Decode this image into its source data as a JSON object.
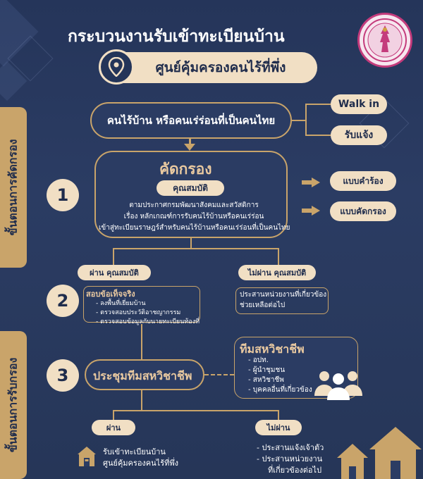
{
  "header": {
    "title": "กระบวนงานรับเข้าทะเบียนบ้าน",
    "subtitle": "ศูนย์คุ้มครองคนไร้ที่พึ่ง"
  },
  "target_group": "คนไร้บ้าน หรือคนเร่ร่อนที่เป็นคนไทย",
  "channels": [
    "Walk in",
    "รับแจ้ง"
  ],
  "stages": {
    "screening": "ขั้นตอนการคัดกรอง",
    "acceptance": "ขั้นตอนการรับกรอง"
  },
  "step1": {
    "number": "1",
    "title": "คัดกรอง",
    "qualification": "คุณสมบัติ",
    "description": [
      "ตามประกาศกรมพัฒนาสังคมและสวัสดิการ",
      "เรื่อง หลักเกณฑ์การรับคนไร้บ้านหรือคนเร่ร่อน",
      "เข้าสู่ทะเบียนราษฎร์สำหรับคนไร้บ้านหรือคนเร่ร่อนที่เป็นคนไทย"
    ],
    "forms": [
      "แบบคำร้อง",
      "แบบคัดกรอง"
    ]
  },
  "branch1": {
    "pass": "ผ่าน คุณสมบัติ",
    "fail": "ไม่ผ่าน คุณสมบัติ"
  },
  "step2": {
    "number": "2",
    "title": "สอบข้อเท็จจริง",
    "items": [
      "ลงพื้นที่เยี่ยมบ้าน",
      "ตรวจสอบประวัติอาชญากรรม",
      "ตรวจสอบข้อมูลกับนายทะเบียนท้องที่"
    ],
    "fail_action": [
      "ประสานหน่วยงานที่เกี่ยวข้อง",
      "ช่วยเหลือต่อไป"
    ]
  },
  "step3": {
    "number": "3",
    "title": "ประชุมทีมสหวิชาชีพ"
  },
  "team": {
    "title": "ทีมสหวิชาชีพ",
    "members": [
      "อปท.",
      "ผู้นำชุมชน",
      "สหวิชาชีพ",
      "บุคคลอื่นที่เกี่ยวข้อง"
    ]
  },
  "branch3": {
    "pass": "ผ่าน",
    "fail": "ไม่ผ่าน"
  },
  "outcome_pass": [
    "รับเข้าทะเบียนบ้าน",
    "ศูนย์คุ้มครองคนไร้ที่พึ่ง"
  ],
  "outcome_fail": [
    "- ประสานแจ้งเจ้าตัว",
    "- ประสานหน่วยงาน",
    "ที่เกี่ยวข้องต่อไป"
  ],
  "colors": {
    "background": "#2b3c63",
    "gold": "#c9a46a",
    "cream": "#f1dfc4",
    "seal": "#c43b7c"
  },
  "icons": [
    "location-pin-icon",
    "arrow-right-icon",
    "people-group-icon",
    "house-icon",
    "seal-logo"
  ]
}
